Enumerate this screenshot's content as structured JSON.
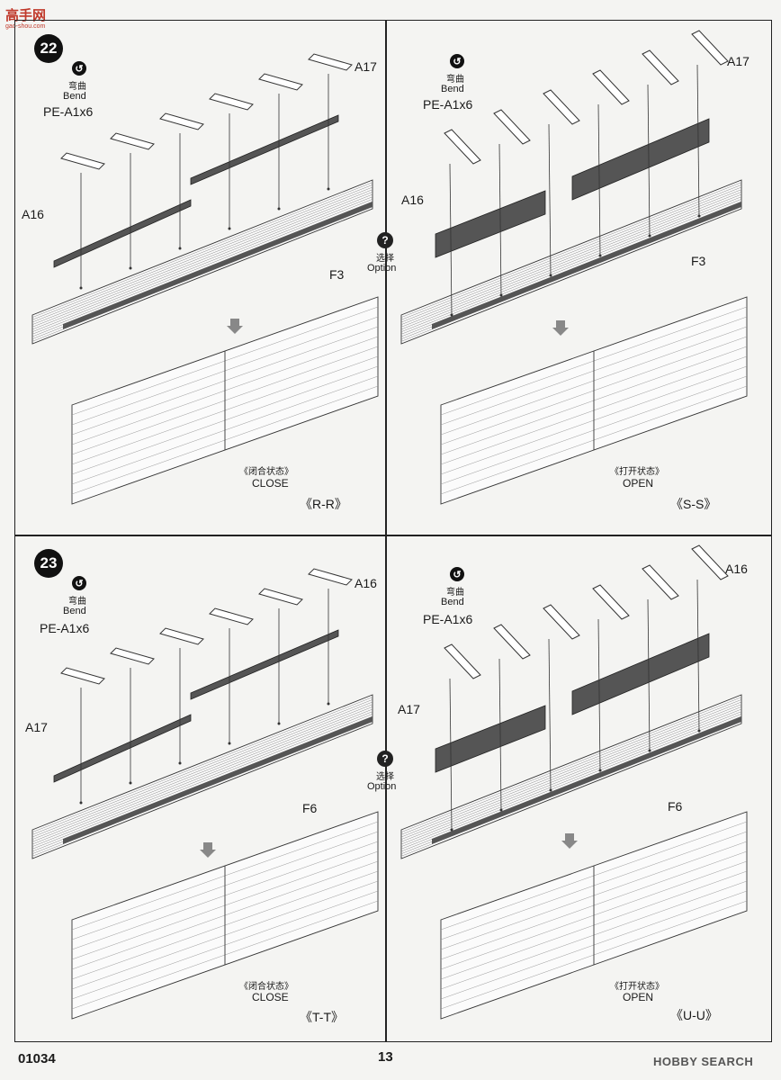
{
  "watermark": {
    "text": "高手网",
    "sub": "gao-shou.com"
  },
  "panels": [
    {
      "id": "p22",
      "step": "22",
      "bend_cn": "弯曲",
      "bend_en": "Bend",
      "pe": "PE-A1x6",
      "part_left": "A16",
      "part_right": "A17",
      "part_floor": "F3",
      "state_cn": "《闭合状态》",
      "state_en": "CLOSE",
      "section": "《R-R》"
    },
    {
      "id": "p22b",
      "step": "",
      "bend_cn": "弯曲",
      "bend_en": "Bend",
      "pe": "PE-A1x6",
      "part_left": "A16",
      "part_right": "A17",
      "part_floor": "F3",
      "state_cn": "《打开状态》",
      "state_en": "OPEN",
      "section": "《S-S》"
    },
    {
      "id": "p23",
      "step": "23",
      "bend_cn": "弯曲",
      "bend_en": "Bend",
      "pe": "PE-A1x6",
      "part_left": "A17",
      "part_right": "A16",
      "part_floor": "F6",
      "state_cn": "《闭合状态》",
      "state_en": "CLOSE",
      "section": "《T-T》"
    },
    {
      "id": "p23b",
      "step": "",
      "bend_cn": "弯曲",
      "bend_en": "Bend",
      "pe": "PE-A1x6",
      "part_left": "A17",
      "part_right": "A16",
      "part_floor": "F6",
      "state_cn": "《打开状态》",
      "state_en": "OPEN",
      "section": "《U-U》"
    }
  ],
  "option": [
    {
      "cn": "选择",
      "en": "Option"
    },
    {
      "cn": "选择",
      "en": "Option"
    }
  ],
  "footer": {
    "code": "01034",
    "page": "13",
    "brand": "HOBBY SEARCH"
  }
}
